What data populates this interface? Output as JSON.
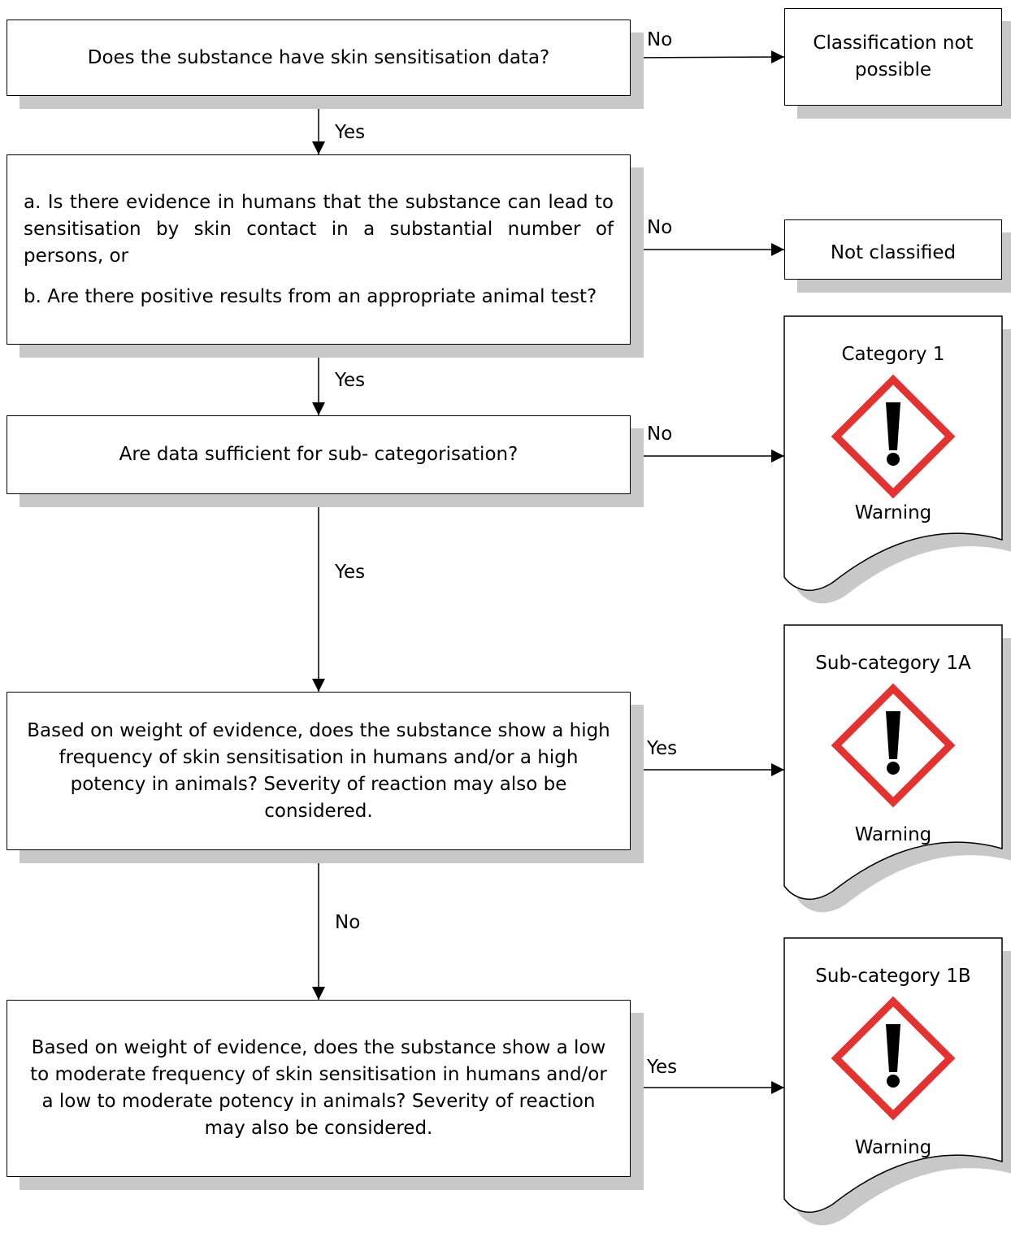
{
  "boxes": {
    "q1": "Does the substance have skin sensitisation data?",
    "q2a": "a. Is there evidence in humans that the substance can lead to sensitisation by skin contact in a substantial number of persons, or",
    "q2b": "b. Are there positive results from an appropriate animal test?",
    "q3": "Are data sufficient for sub- categorisation?",
    "q4": "Based on weight of evidence, does the substance show a high frequency of skin sensitisation in humans and/or a high potency in animals? Severity of reaction may also be considered.",
    "q5": "Based on weight of evidence, does the substance show a low to moderate frequency of skin sensitisation in humans and/or a low to moderate potency in animals? Severity of reaction may also be considered."
  },
  "results": {
    "classification_not_possible": "Classification not possible",
    "not_classified": "Not classified"
  },
  "documents": [
    {
      "title": "Category 1",
      "signal": "Warning",
      "pictogram": "exclamation-mark-pictogram"
    },
    {
      "title": "Sub-category 1A",
      "signal": "Warning",
      "pictogram": "exclamation-mark-pictogram"
    },
    {
      "title": "Sub-category 1B",
      "signal": "Warning",
      "pictogram": "exclamation-mark-pictogram"
    }
  ],
  "labels": {
    "q1_no": "No",
    "q1_yes": "Yes",
    "q2_no": "No",
    "q2_yes": "Yes",
    "q3_no": "No",
    "q3_yes": "Yes",
    "q4_yes": "Yes",
    "q4_no": "No",
    "q5_yes": "Yes"
  },
  "colors": {
    "pictogram_border": "#e3322f",
    "shadow": "#c8c8c8",
    "line": "#000000"
  }
}
